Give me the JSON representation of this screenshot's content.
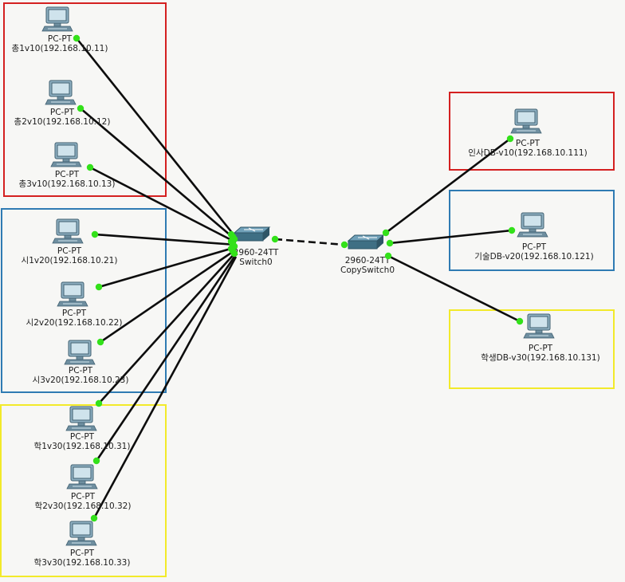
{
  "colors": {
    "background": "#f7f7f5",
    "vlan10_box": "#d42020",
    "vlan20_box": "#2f7bb3",
    "vlan30_box": "#f2ea2a",
    "link": "#0d0d0d",
    "port_up": "#33e11a"
  },
  "switches": [
    {
      "id": "switch0",
      "icon": "switch-icon",
      "model": "2960-24TT",
      "name": "Switch0"
    },
    {
      "id": "copyswitch0",
      "icon": "switch-icon",
      "model": "2960-24TT",
      "name": "CopySwitch0"
    }
  ],
  "pcs": [
    {
      "id": "pc-1",
      "icon": "pc-icon",
      "type": "PC-PT",
      "label": "총1v10(192.168.10.11)",
      "switch": "switch0"
    },
    {
      "id": "pc-2",
      "icon": "pc-icon",
      "type": "PC-PT",
      "label": "총2v10(192.168.10.12)",
      "switch": "switch0"
    },
    {
      "id": "pc-3",
      "icon": "pc-icon",
      "type": "PC-PT",
      "label": "총3v10(192.168.10.13)",
      "switch": "switch0"
    },
    {
      "id": "pc-4",
      "icon": "pc-icon",
      "type": "PC-PT",
      "label": "시1v20(192.168.10.21)",
      "switch": "switch0"
    },
    {
      "id": "pc-5",
      "icon": "pc-icon",
      "type": "PC-PT",
      "label": "시2v20(192.168.10.22)",
      "switch": "switch0"
    },
    {
      "id": "pc-6",
      "icon": "pc-icon",
      "type": "PC-PT",
      "label": "시3v20(192.168.10.23)",
      "switch": "switch0"
    },
    {
      "id": "pc-7",
      "icon": "pc-icon",
      "type": "PC-PT",
      "label": "학1v30(192.168.10.31)",
      "switch": "switch0"
    },
    {
      "id": "pc-8",
      "icon": "pc-icon",
      "type": "PC-PT",
      "label": "학2v30(192.168.10.32)",
      "switch": "switch0"
    },
    {
      "id": "pc-9",
      "icon": "pc-icon",
      "type": "PC-PT",
      "label": "학3v30(192.168.10.33)",
      "switch": "switch0"
    },
    {
      "id": "pc-10",
      "icon": "pc-icon",
      "type": "PC-PT",
      "label": "인사DB-v10(192.168.10.111)",
      "switch": "copyswitch0"
    },
    {
      "id": "pc-11",
      "icon": "pc-icon",
      "type": "PC-PT",
      "label": "기술DB-v20(192.168.10.121)",
      "switch": "copyswitch0"
    },
    {
      "id": "pc-12",
      "icon": "pc-icon",
      "type": "PC-PT",
      "label": "학생DB-v30(192.168.10.131)",
      "switch": "copyswitch0"
    }
  ],
  "trunk": {
    "from": "switch0",
    "to": "copyswitch0",
    "style": "dashed"
  }
}
